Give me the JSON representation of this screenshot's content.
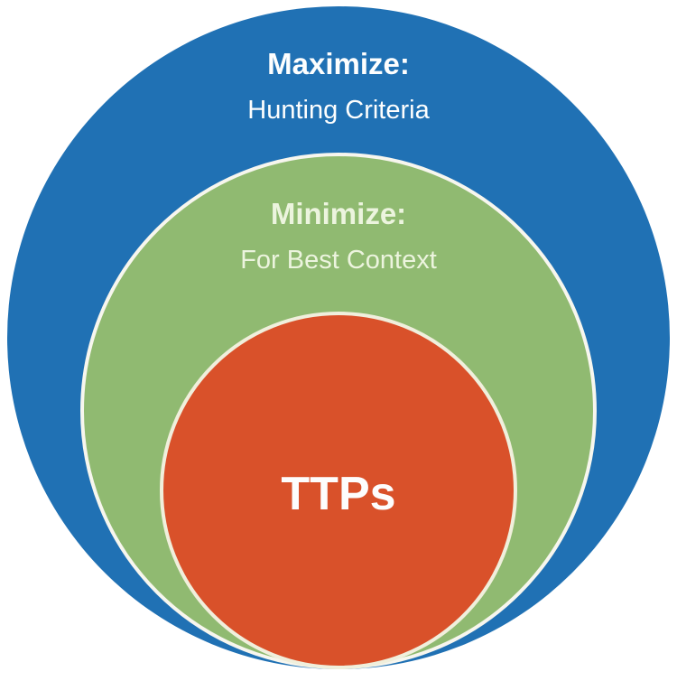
{
  "diagram": {
    "type": "nested-circles",
    "outer": {
      "title": "Maximize:",
      "subtitle": "Hunting Criteria",
      "color": "#2071b4",
      "text_color": "#fdfefe"
    },
    "middle": {
      "title": "Minimize:",
      "subtitle": "For Best Context",
      "color": "#90ba71",
      "stroke_color": "#f7f6ee",
      "text_color": "#ecf4de"
    },
    "inner": {
      "label": "TTPs",
      "color": "#d9512a",
      "stroke_color": "#f0efdc",
      "text_color": "#fdfdfd"
    },
    "background_color": "#ffffff"
  }
}
